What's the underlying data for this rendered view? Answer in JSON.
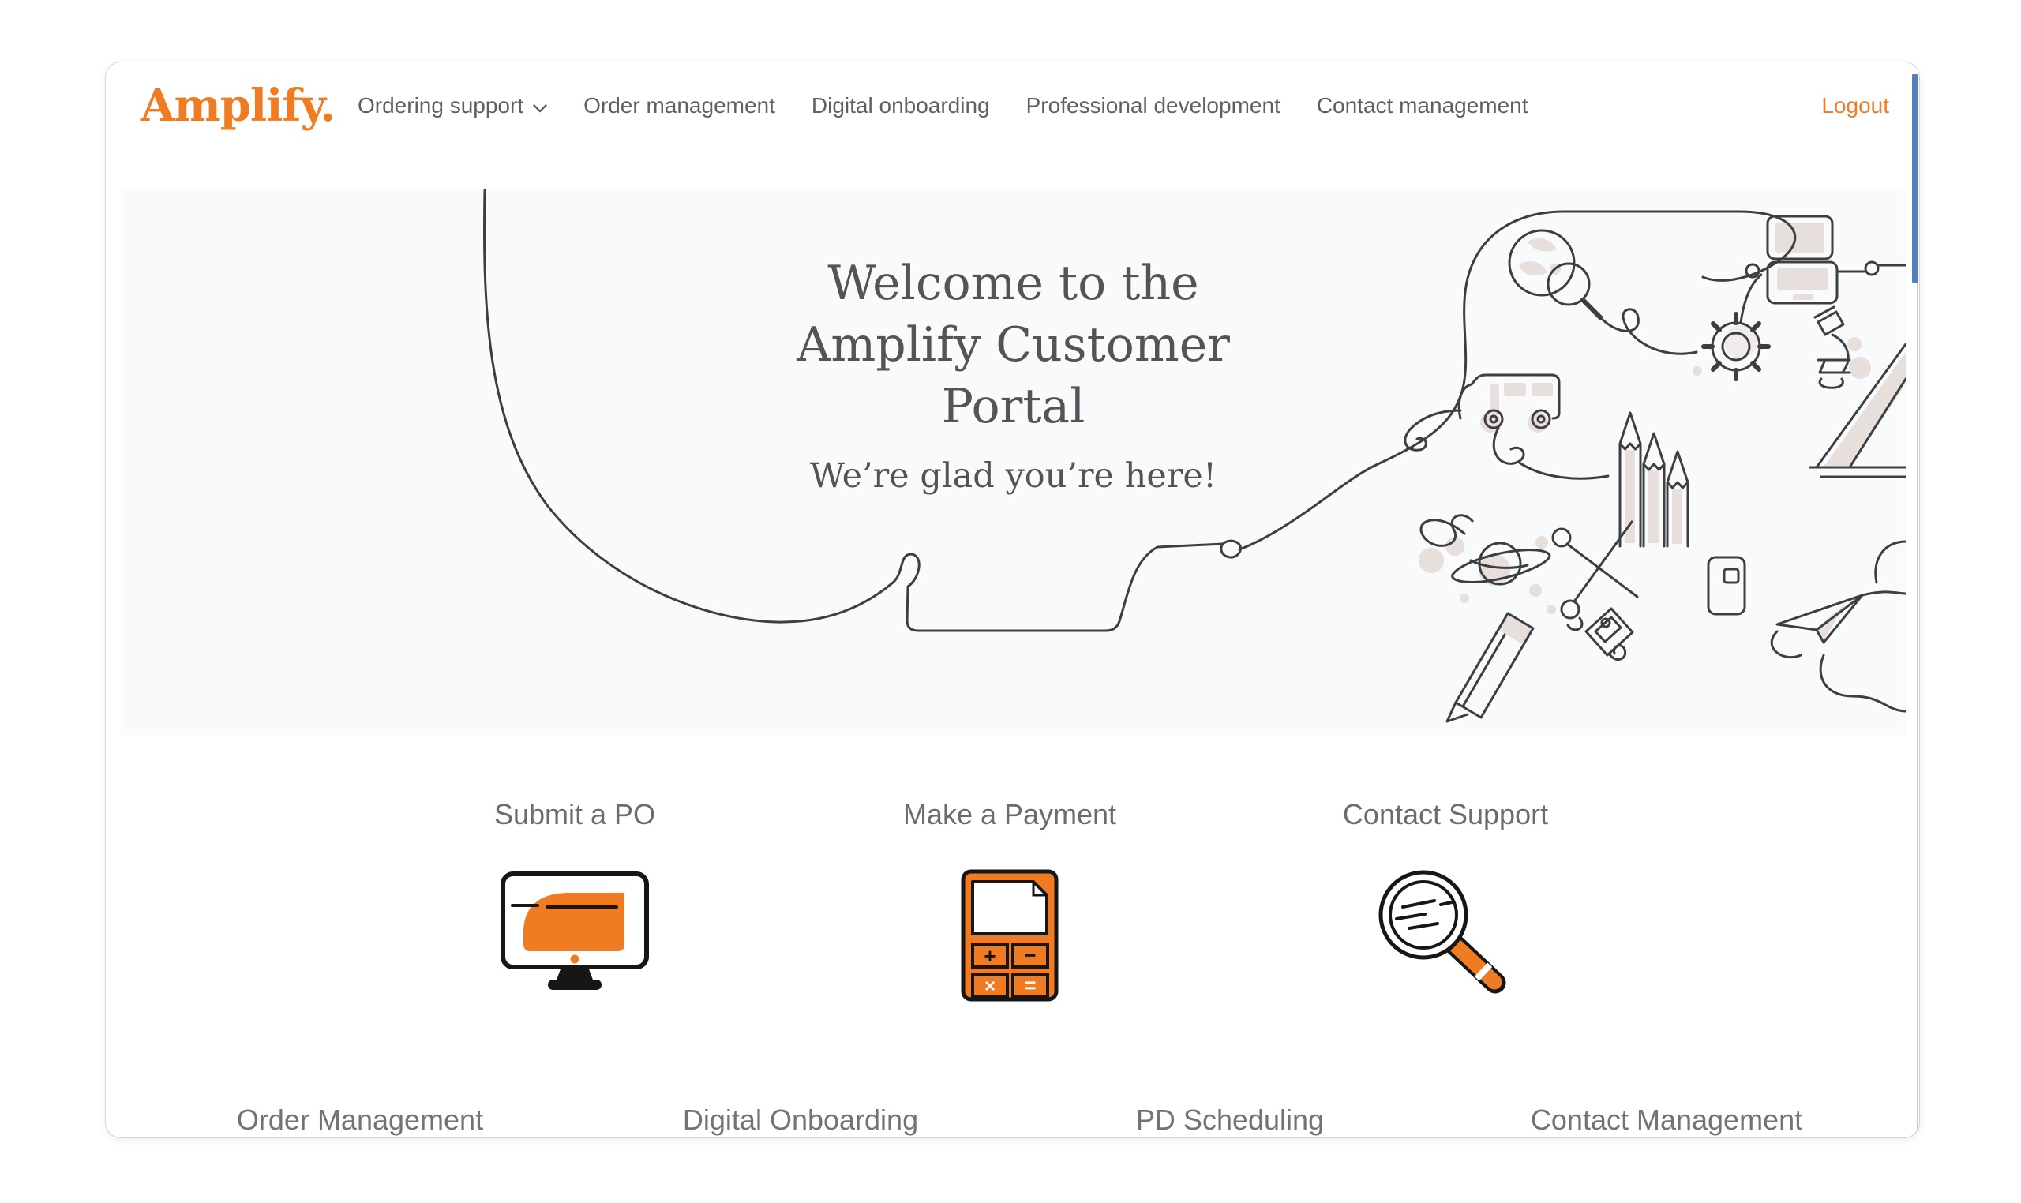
{
  "brand": {
    "logo_text": "Amplify.",
    "accent_color": "#ef7b23"
  },
  "nav": {
    "items": [
      {
        "label": "Ordering support",
        "has_dropdown": true
      },
      {
        "label": "Order management",
        "has_dropdown": false
      },
      {
        "label": "Digital onboarding",
        "has_dropdown": false
      },
      {
        "label": "Professional development",
        "has_dropdown": false
      },
      {
        "label": "Contact management",
        "has_dropdown": false
      }
    ],
    "logout_label": "Logout"
  },
  "hero": {
    "title_line1": "Welcome to the",
    "title_line2": "Amplify Customer",
    "title_line3": "Portal",
    "subtitle": "We’re glad you’re here!"
  },
  "features": [
    {
      "label": "Submit a PO",
      "icon": "monitor-icon"
    },
    {
      "label": "Make a Payment",
      "icon": "calculator-icon",
      "keys": [
        "+",
        "−",
        "×",
        "="
      ]
    },
    {
      "label": "Contact Support",
      "icon": "magnifier-icon"
    }
  ],
  "sections": [
    {
      "label": "Order Management"
    },
    {
      "label": "Digital Onboarding"
    },
    {
      "label": "PD Scheduling"
    },
    {
      "label": "Contact Management"
    }
  ],
  "scrollbar": {
    "thumb_color": "#4f81bd"
  }
}
